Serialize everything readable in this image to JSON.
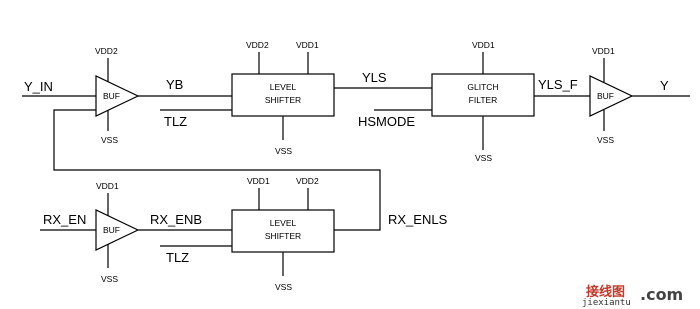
{
  "signals": {
    "y_in": "Y_IN",
    "yb": "YB",
    "tlz_top": "TLZ",
    "yls": "YLS",
    "hsmode": "HSMODE",
    "yls_f": "YLS_F",
    "y": "Y",
    "rx_en": "RX_EN",
    "rx_enb": "RX_ENB",
    "rx_enls": "RX_ENLS",
    "tlz_bottom": "TLZ"
  },
  "blocks": {
    "buf_top_left": {
      "label": "BUF",
      "top": "VDD2",
      "bottom": "VSS"
    },
    "level_shifter_top": {
      "label1": "LEVEL",
      "label2": "SHIFTER",
      "top_left": "VDD2",
      "top_right": "VDD1",
      "bottom": "VSS"
    },
    "glitch_filter": {
      "label1": "GLITCH",
      "label2": "FILTER",
      "top": "VDD1",
      "bottom": "VSS"
    },
    "buf_top_right": {
      "label": "BUF",
      "top": "VDD1",
      "bottom": "VSS"
    },
    "buf_bottom": {
      "label": "BUF",
      "top": "VDD1",
      "bottom": "VSS"
    },
    "level_shifter_bottom": {
      "label1": "LEVEL",
      "label2": "SHIFTER",
      "top_left": "VDD1",
      "top_right": "VDD2",
      "bottom": "VSS"
    }
  },
  "watermark": {
    "brand": "接线图",
    "site": "jiexiantu",
    "domain": ".com"
  }
}
